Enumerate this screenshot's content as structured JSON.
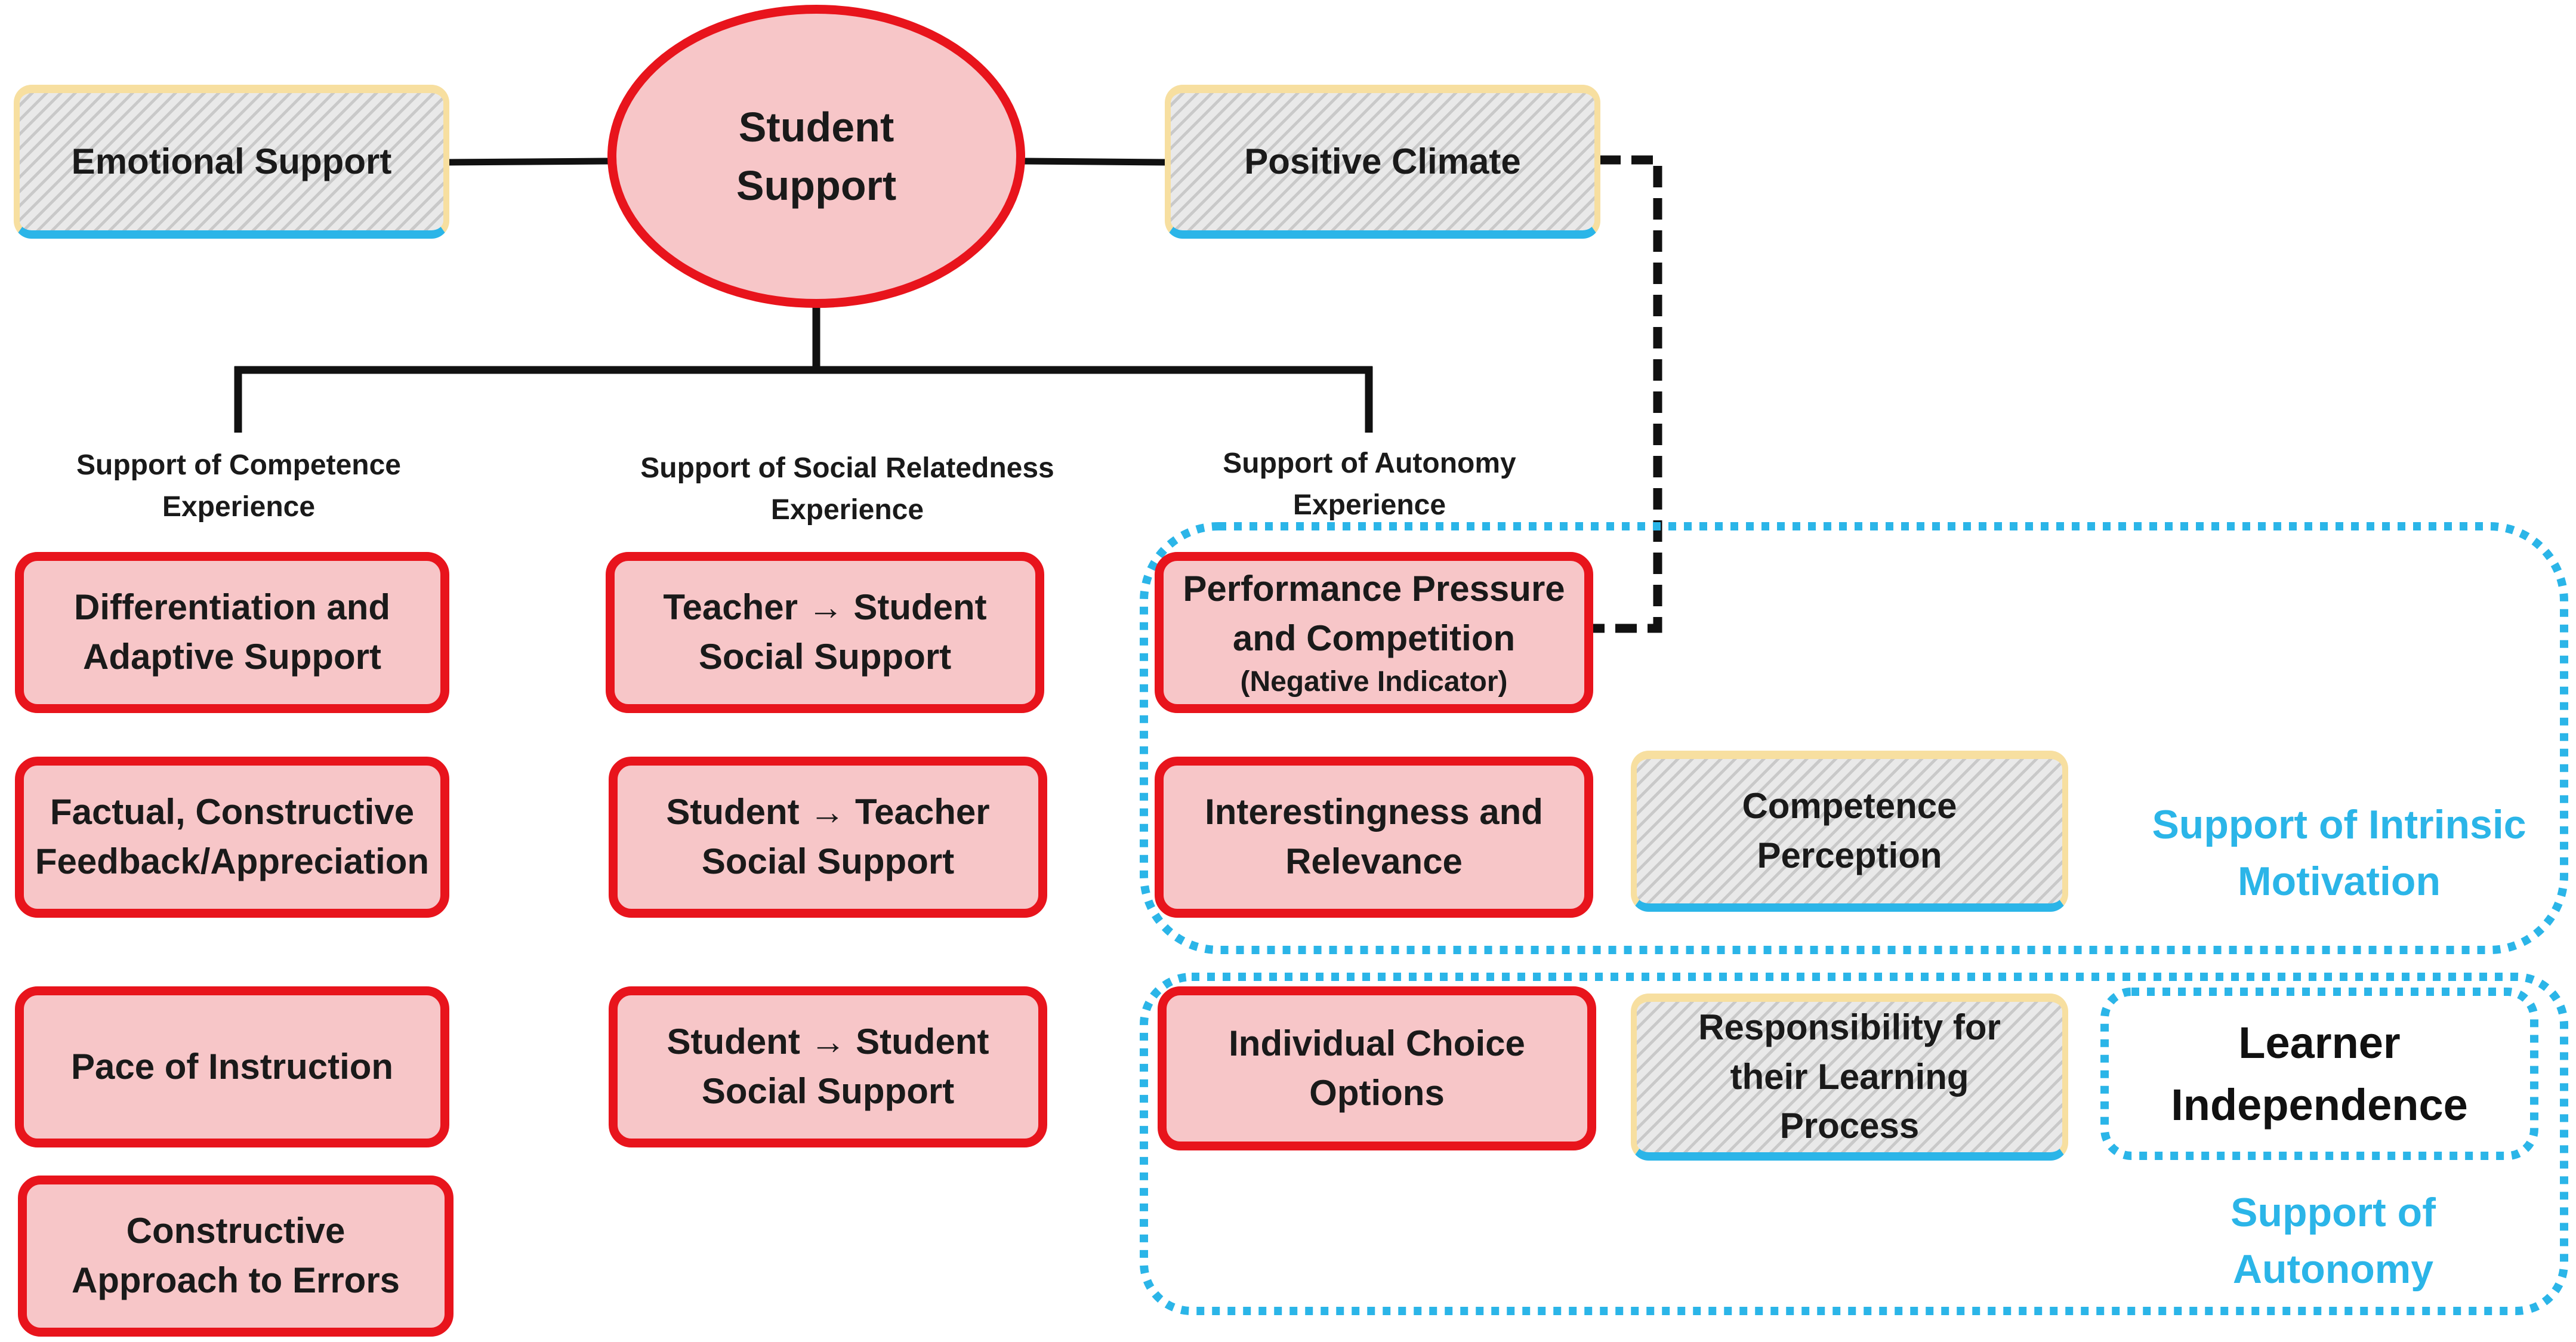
{
  "root": {
    "line1": "Student",
    "line2": "Support"
  },
  "emotional_support": "Emotional Support",
  "positive_climate": "Positive Climate",
  "columns": {
    "competence": {
      "heading_line1": "Support of Competence",
      "heading_line2": "Experience",
      "items": [
        {
          "line1": "Differentiation and",
          "line2": "Adaptive Support"
        },
        {
          "line1": "Factual, Constructive",
          "line2": "Feedback/Appreciation"
        },
        {
          "line1": "Pace of Instruction"
        },
        {
          "line1": "Constructive",
          "line2": "Approach to Errors"
        }
      ]
    },
    "relatedness": {
      "heading_line1": "Support of Social Relatedness",
      "heading_line2": "Experience",
      "items": [
        {
          "line1": "Teacher → Student",
          "line2": "Social Support"
        },
        {
          "line1": "Student → Teacher",
          "line2": "Social Support"
        },
        {
          "line1": "Student → Student",
          "line2": "Social Support"
        }
      ]
    },
    "autonomy": {
      "heading_line1": "Support of Autonomy",
      "heading_line2": "Experience",
      "items": [
        {
          "line1": "Performance Pressure",
          "line2": "and Competition",
          "note": "(Negative Indicator)"
        },
        {
          "line1": "Interestingness and",
          "line2": "Relevance"
        },
        {
          "line1": "Individual Choice",
          "line2": "Options"
        }
      ]
    }
  },
  "competence_perception": {
    "line1": "Competence",
    "line2": "Perception"
  },
  "responsibility": {
    "line1": "Responsibility for",
    "line2": "their Learning",
    "line3": "Process"
  },
  "learner_independence": {
    "line1": "Learner",
    "line2": "Independence"
  },
  "intrinsic_motivation_label": {
    "line1": "Support of Intrinsic",
    "line2": "Motivation"
  },
  "autonomy_label": {
    "line1": "Support of",
    "line2": "Autonomy"
  },
  "colors": {
    "red_border": "#e8141c",
    "red_fill": "#f7c6c8",
    "blue_accent": "#2bb5e8",
    "yellow_border": "#f7dfa0",
    "line": "#111111"
  }
}
